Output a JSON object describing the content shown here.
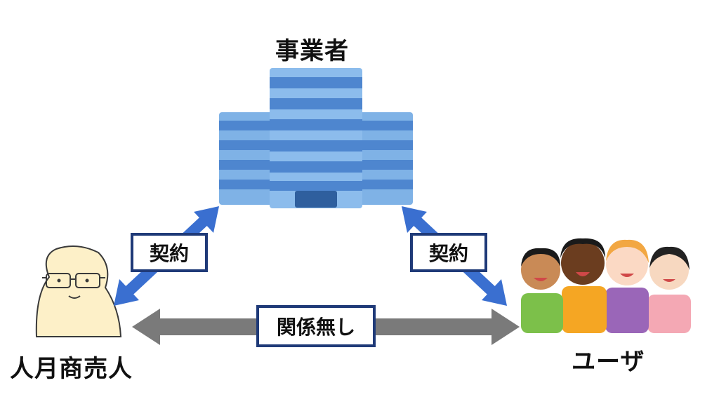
{
  "nodes": {
    "business": {
      "label": "事業者"
    },
    "contractor": {
      "label": "人月商売人"
    },
    "users": {
      "label": "ユーザ"
    }
  },
  "edges": {
    "left": {
      "label": "契約"
    },
    "right": {
      "label": "契約"
    },
    "bottom": {
      "label": "関係無し"
    }
  },
  "colors": {
    "contract_arrow": "#3a6fd0",
    "no_relation_arrow": "#7a7a7a",
    "label_border": "#1f3a78",
    "building_light": "#7fb2e6",
    "building_stripe": "#4e86cf"
  },
  "icons": {
    "business": "office-building-icon",
    "contractor": "bald-man-glasses-icon",
    "users": "group-of-people-icon"
  }
}
